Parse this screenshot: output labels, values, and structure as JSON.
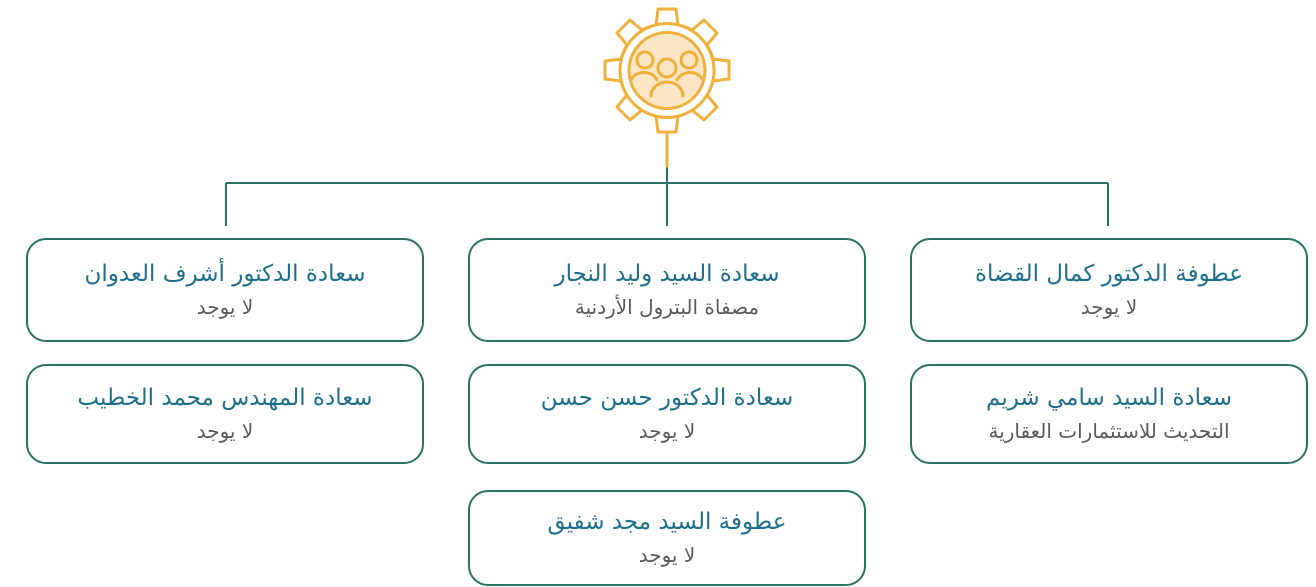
{
  "colors": {
    "connector": "#2a7364",
    "card_border": "#2a7364",
    "name_text": "#1f6f8b",
    "sub_text": "#5a5a5a",
    "logo_accent": "#f0b03c",
    "logo_fill": "#fce6c6"
  },
  "logo": {
    "icon": "gear-with-people-icon"
  },
  "members": {
    "right": [
      {
        "name": "عطوفة الدكتور كمال القضاة",
        "org": "لا يوجد"
      },
      {
        "name": "سعادة السيد سامي شريم",
        "org": "التحديث للاستثمارات العقارية"
      }
    ],
    "middle": [
      {
        "name": "سعادة السيد وليد النجار",
        "org": "مصفاة البترول الأردنية"
      },
      {
        "name": "سعادة الدكتور حسن حسن",
        "org": "لا يوجد"
      },
      {
        "name": "عطوفة السيد مجد شفيق",
        "org": "لا يوجد"
      }
    ],
    "left": [
      {
        "name": "سعادة الدكتور أشرف العدوان",
        "org": "لا يوجد"
      },
      {
        "name": "سعادة المهندس محمد الخطيب",
        "org": "لا يوجد"
      }
    ]
  }
}
